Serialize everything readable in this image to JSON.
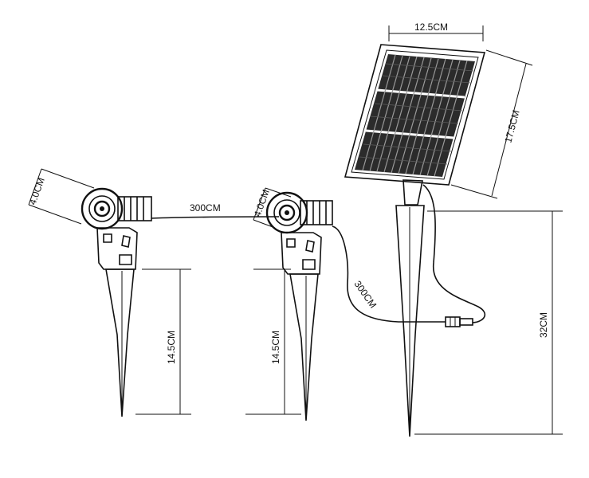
{
  "dimensions": {
    "spot1_head_diameter": "4.0CM",
    "spot1_stake_height": "14.5CM",
    "spot2_head_diameter": "4.0CM",
    "spot2_stake_height": "14.5CM",
    "cable_between_lights": "300CM",
    "cable_to_panel": "300CM",
    "panel_width": "12.5CM",
    "panel_height": "17.5CM",
    "panel_total_height": "32CM"
  },
  "colors": {
    "line": "#111111",
    "background": "#ffffff"
  }
}
